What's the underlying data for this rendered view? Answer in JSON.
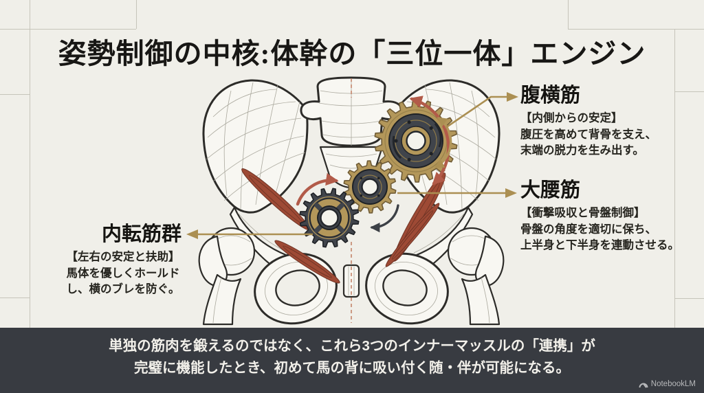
{
  "title": "姿勢制御の中核:体幹の「三位一体」エンジン",
  "callouts": [
    {
      "heading": "腹横筋",
      "subtitle": "【内側からの安定】",
      "lines": [
        "腹圧を高めて背骨を支え、",
        "末端の脱力を生み出す。"
      ]
    },
    {
      "heading": "大腰筋",
      "subtitle": "【衝撃吸収と骨盤制御】",
      "lines": [
        "骨盤の角度を適切に保ち、",
        "上半身と下半身を連動させる。"
      ]
    },
    {
      "heading": "内転筋群",
      "subtitle": "【左右の安定と扶助】",
      "lines": [
        "馬体を優しくホールド",
        "し、横のブレを防ぐ。"
      ]
    }
  ],
  "footer": {
    "line1": "単独の筋肉を鍛えるのではなく、これら3つのインナーマッスルの「連携」が",
    "line2": "完璧に機能したとき、初めて馬の背に吸い付く随・伴が可能になる。"
  },
  "watermark": {
    "label": "NotebookLM",
    "icon": "notebooklm-logo"
  },
  "colors": {
    "background": "#f0efe9",
    "accent_gold": "#b3975a",
    "gear_dark": "#40444b",
    "arrow_red": "#b25b49",
    "muscle_red": "#9e4a35",
    "footer_bg": "#383b41",
    "footer_text": "#f2f0ea",
    "title_text": "#181715"
  }
}
